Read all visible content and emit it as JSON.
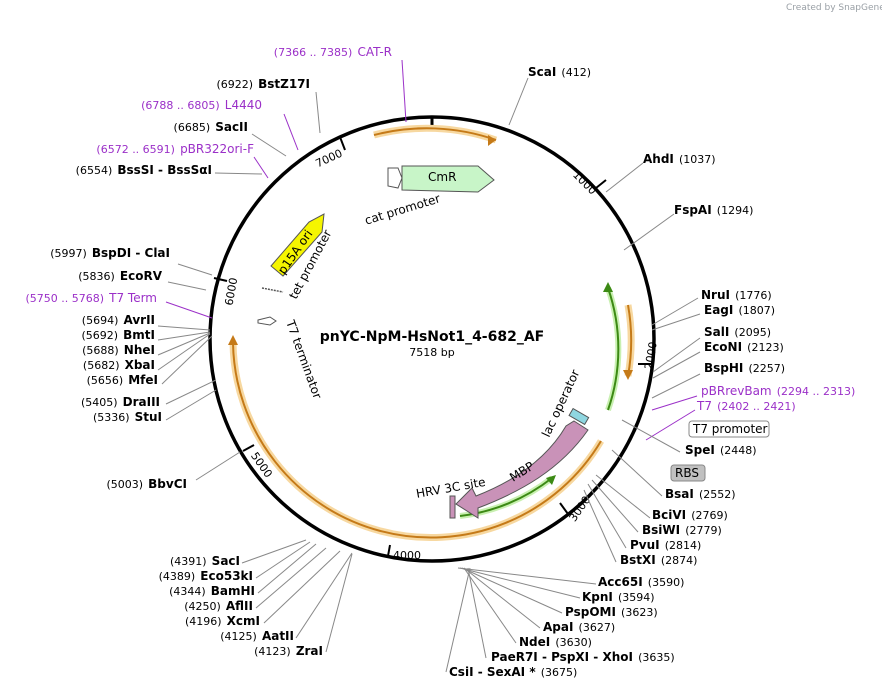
{
  "map": {
    "credit": "Created by SnapGene",
    "plasmid_name": "pnYC-NpM-HsNot1_4-682_AF",
    "plasmid_size": "7518 bp",
    "ticks": [
      "1000",
      "2000",
      "3000",
      "4000",
      "5000",
      "6000",
      "7000"
    ],
    "features": {
      "cmr": "CmR",
      "cat_promoter": "cat promoter",
      "p15a_ori": "p15A ori",
      "tet_promoter": "tet promoter",
      "t7_terminator": "T7 terminator",
      "mbp": "MBP",
      "lac_operator": "lac operator",
      "hrv_3c_site": "HRV 3C site"
    },
    "boxed": {
      "t7_promoter": "T7 promoter",
      "rbs": "RBS"
    },
    "sites": [
      {
        "name": "CAT-R",
        "pos": "(7366 .. 7385)",
        "color": "#9b30c8",
        "order": "pos-first"
      },
      {
        "name": "BstZ17I",
        "pos": "(6922)",
        "color": "#000000",
        "order": "pos-first"
      },
      {
        "name": "L4440",
        "pos": "(6788 .. 6805)",
        "color": "#9b30c8",
        "order": "pos-first"
      },
      {
        "name": "SacII",
        "pos": "(6685)",
        "color": "#000000",
        "order": "pos-first"
      },
      {
        "name": "pBR322ori-F",
        "pos": "(6572 .. 6591)",
        "color": "#9b30c8",
        "order": "pos-first"
      },
      {
        "name": "BssSI  -  BssSαI",
        "pos": "(6554)",
        "color": "#000000",
        "order": "pos-first"
      },
      {
        "name": "BspDI  -  ClaI",
        "pos": "(5997)",
        "color": "#000000",
        "order": "pos-first"
      },
      {
        "name": "EcoRV",
        "pos": "(5836)",
        "color": "#000000",
        "order": "pos-first"
      },
      {
        "name": "T7 Term",
        "pos": "(5750 .. 5768)",
        "color": "#9b30c8",
        "order": "pos-first"
      },
      {
        "name": "AvrII",
        "pos": "(5694)",
        "color": "#000000",
        "order": "pos-first"
      },
      {
        "name": "BmtI",
        "pos": "(5692)",
        "color": "#000000",
        "order": "pos-first"
      },
      {
        "name": "NheI",
        "pos": "(5688)",
        "color": "#000000",
        "order": "pos-first"
      },
      {
        "name": "XbaI",
        "pos": "(5682)",
        "color": "#000000",
        "order": "pos-first"
      },
      {
        "name": "MfeI",
        "pos": "(5656)",
        "color": "#000000",
        "order": "pos-first"
      },
      {
        "name": "DraIII",
        "pos": "(5405)",
        "color": "#000000",
        "order": "pos-first"
      },
      {
        "name": "StuI",
        "pos": "(5336)",
        "color": "#000000",
        "order": "pos-first"
      },
      {
        "name": "BbvCI",
        "pos": "(5003)",
        "color": "#000000",
        "order": "pos-first"
      },
      {
        "name": "SacI",
        "pos": "(4391)",
        "color": "#000000",
        "order": "pos-first"
      },
      {
        "name": "Eco53kI",
        "pos": "(4389)",
        "color": "#000000",
        "order": "pos-first"
      },
      {
        "name": "BamHI",
        "pos": "(4344)",
        "color": "#000000",
        "order": "pos-first"
      },
      {
        "name": "AflII",
        "pos": "(4250)",
        "color": "#000000",
        "order": "pos-first"
      },
      {
        "name": "XcmI",
        "pos": "(4196)",
        "color": "#000000",
        "order": "pos-first"
      },
      {
        "name": "AatII",
        "pos": "(4125)",
        "color": "#000000",
        "order": "pos-first"
      },
      {
        "name": "ZraI",
        "pos": "(4123)",
        "color": "#000000",
        "order": "pos-first"
      },
      {
        "name": "ScaI",
        "pos": "(412)",
        "color": "#000000",
        "order": "name-first"
      },
      {
        "name": "AhdI",
        "pos": "(1037)",
        "color": "#000000",
        "order": "name-first"
      },
      {
        "name": "FspAI",
        "pos": "(1294)",
        "color": "#000000",
        "order": "name-first"
      },
      {
        "name": "NruI",
        "pos": "(1776)",
        "color": "#000000",
        "order": "name-first"
      },
      {
        "name": "EagI",
        "pos": "(1807)",
        "color": "#000000",
        "order": "name-first"
      },
      {
        "name": "SalI",
        "pos": "(2095)",
        "color": "#000000",
        "order": "name-first"
      },
      {
        "name": "EcoNI",
        "pos": "(2123)",
        "color": "#000000",
        "order": "name-first"
      },
      {
        "name": "BspHI",
        "pos": "(2257)",
        "color": "#000000",
        "order": "name-first"
      },
      {
        "name": "pBRrevBam",
        "pos": "(2294 .. 2313)",
        "color": "#9b30c8",
        "order": "name-first"
      },
      {
        "name": "T7",
        "pos": "(2402 .. 2421)",
        "color": "#9b30c8",
        "order": "name-first"
      },
      {
        "name": "SpeI",
        "pos": "(2448)",
        "color": "#000000",
        "order": "name-first"
      },
      {
        "name": "BsaI",
        "pos": "(2552)",
        "color": "#000000",
        "order": "name-first"
      },
      {
        "name": "BciVI",
        "pos": "(2769)",
        "color": "#000000",
        "order": "name-first"
      },
      {
        "name": "BsiWI",
        "pos": "(2779)",
        "color": "#000000",
        "order": "name-first"
      },
      {
        "name": "PvuI",
        "pos": "(2814)",
        "color": "#000000",
        "order": "name-first"
      },
      {
        "name": "BstXI",
        "pos": "(2874)",
        "color": "#000000",
        "order": "name-first"
      },
      {
        "name": "Acc65I",
        "pos": "(3590)",
        "color": "#000000",
        "order": "name-first"
      },
      {
        "name": "KpnI",
        "pos": "(3594)",
        "color": "#000000",
        "order": "name-first"
      },
      {
        "name": "PspOMI",
        "pos": "(3623)",
        "color": "#000000",
        "order": "name-first"
      },
      {
        "name": "ApaI",
        "pos": "(3627)",
        "color": "#000000",
        "order": "name-first"
      },
      {
        "name": "NdeI",
        "pos": "(3630)",
        "color": "#000000",
        "order": "name-first"
      },
      {
        "name": "PaeR7I  -  PspXI  -  XhoI",
        "pos": "(3635)",
        "color": "#000000",
        "order": "name-first"
      },
      {
        "name": "CsiI  -  SexAI *",
        "pos": "(3675)",
        "color": "#000000",
        "order": "name-first"
      }
    ]
  }
}
